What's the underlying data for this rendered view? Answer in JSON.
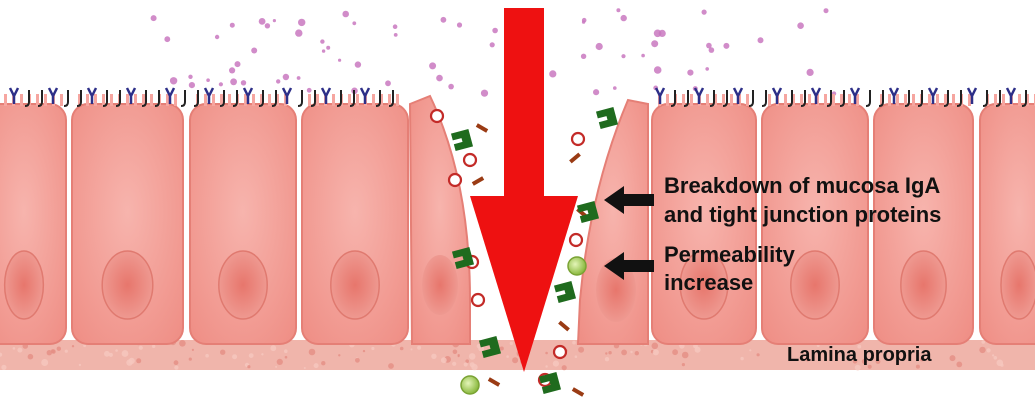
{
  "labels": {
    "breakdown_line1": "Breakdown of mucosa IgA",
    "breakdown_line2": "and tight junction proteins",
    "permeability_line1": "Permeability",
    "permeability_line2": "increase",
    "lamina_propria": "Lamina propria"
  },
  "colors": {
    "cell_fill": "#f6a6a0",
    "cell_border": "#e57f76",
    "nucleus": "#e88a80",
    "lamina": "#efb2a8",
    "arrow": "#ee1111",
    "igA": "#2d2f88",
    "junction": "#222222",
    "green_shape": "#1f6b1e",
    "brown_dash": "#9a3b14",
    "red_ring": "#c32b28",
    "lime_dot": "#b5d96a",
    "particles": "#c978bf"
  },
  "icons": {
    "main_arrow": "down-arrow-icon",
    "pointer": "left-arrow-icon",
    "antibody": "antibody-y-icon",
    "tight_junction": "tight-junction-icon"
  }
}
